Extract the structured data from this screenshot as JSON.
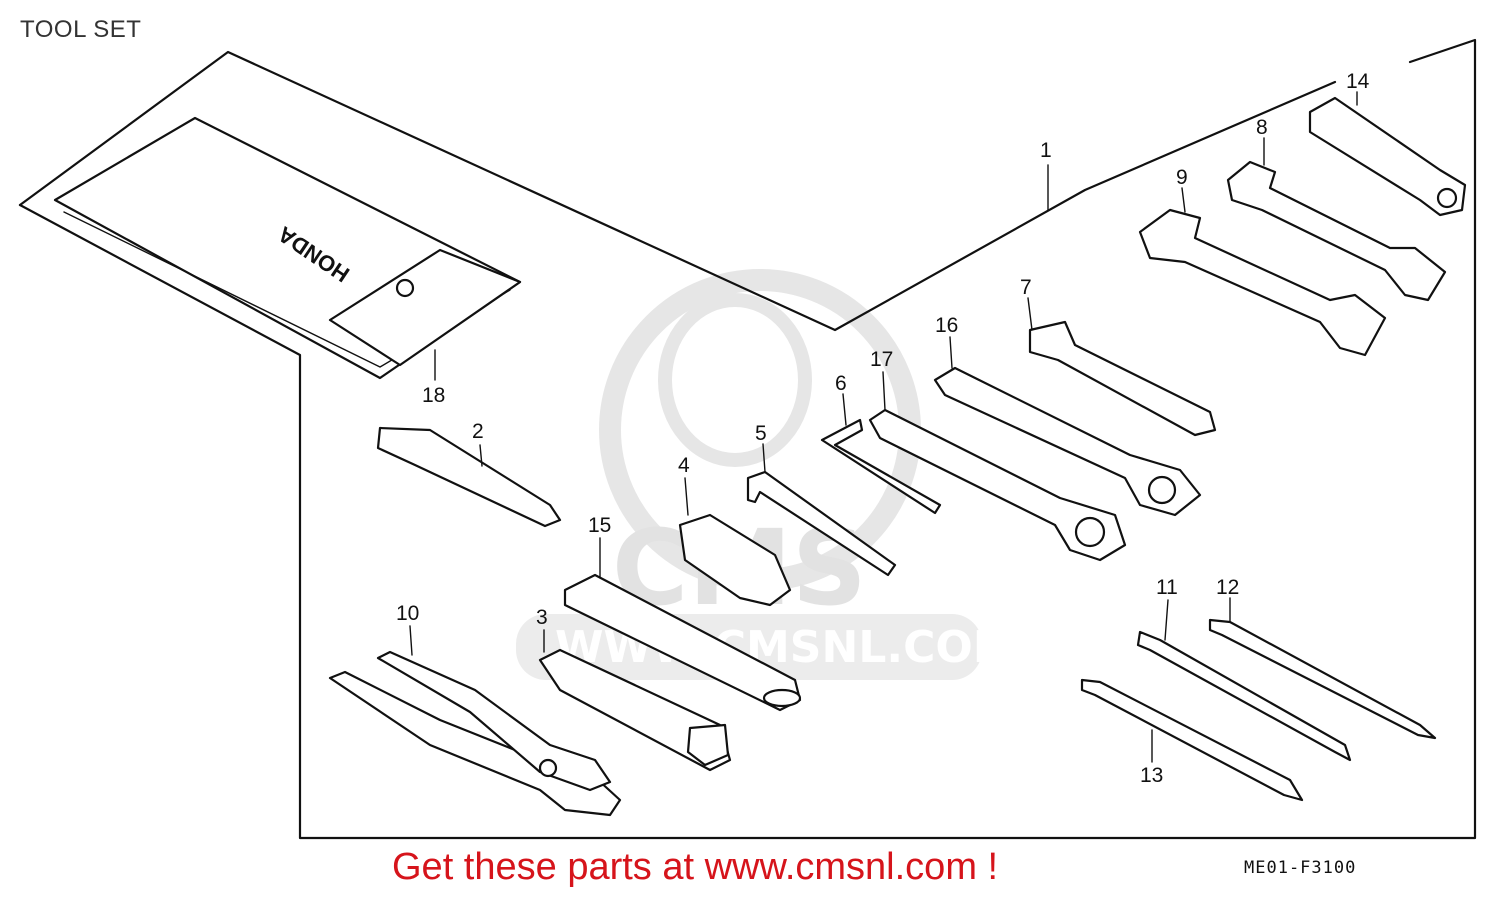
{
  "title": "TOOL SET",
  "footer": "Get these parts at www.cmsnl.com !",
  "drawing_code": "ME01-F3100",
  "watermark": {
    "brand": "CMS",
    "url": "WWW.CMSNL.COM"
  },
  "tool_bag_logo": "HONDA",
  "callouts": [
    "1",
    "2",
    "3",
    "4",
    "5",
    "6",
    "7",
    "8",
    "9",
    "10",
    "11",
    "12",
    "13",
    "14",
    "15",
    "16",
    "17",
    "18"
  ],
  "colors": {
    "footer": "#d6141b",
    "line": "#111111",
    "watermark": "#e2e2e2"
  }
}
